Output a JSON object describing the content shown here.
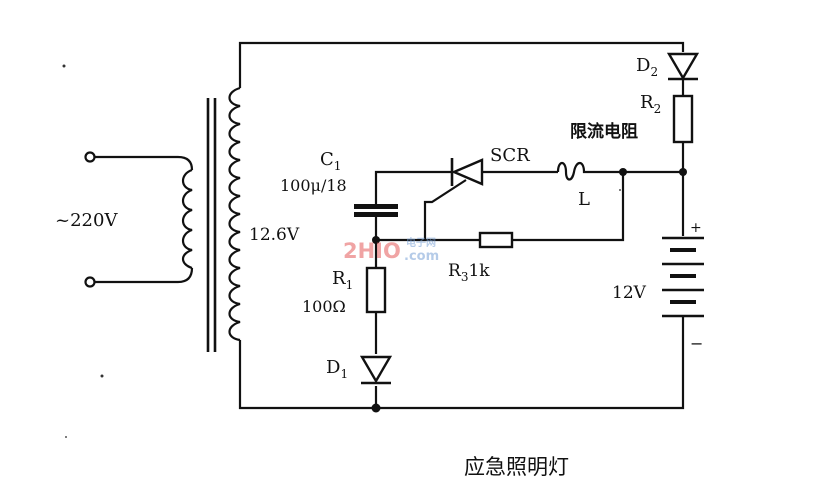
{
  "diagram": {
    "caption": "应急照明灯",
    "input_voltage": "~220V",
    "secondary_voltage": "12.6V",
    "components": {
      "C1": {
        "name": "C",
        "sub": "1",
        "value": "100μ/18"
      },
      "R1": {
        "name": "R",
        "sub": "1",
        "value": "100Ω"
      },
      "D1": {
        "name": "D",
        "sub": "1"
      },
      "SCR": {
        "name": "SCR"
      },
      "L": {
        "name": "L"
      },
      "R3": {
        "name": "R",
        "sub": "3",
        "value": "1k"
      },
      "D2": {
        "name": "D",
        "sub": "2"
      },
      "R2": {
        "name": "R",
        "sub": "2",
        "value": "限流电阻"
      },
      "battery": {
        "value": "12V",
        "plus": "+",
        "minus": "−"
      }
    },
    "watermark": {
      "brand": "2HIO",
      "cn": "电子网",
      "domain": ".com"
    }
  }
}
